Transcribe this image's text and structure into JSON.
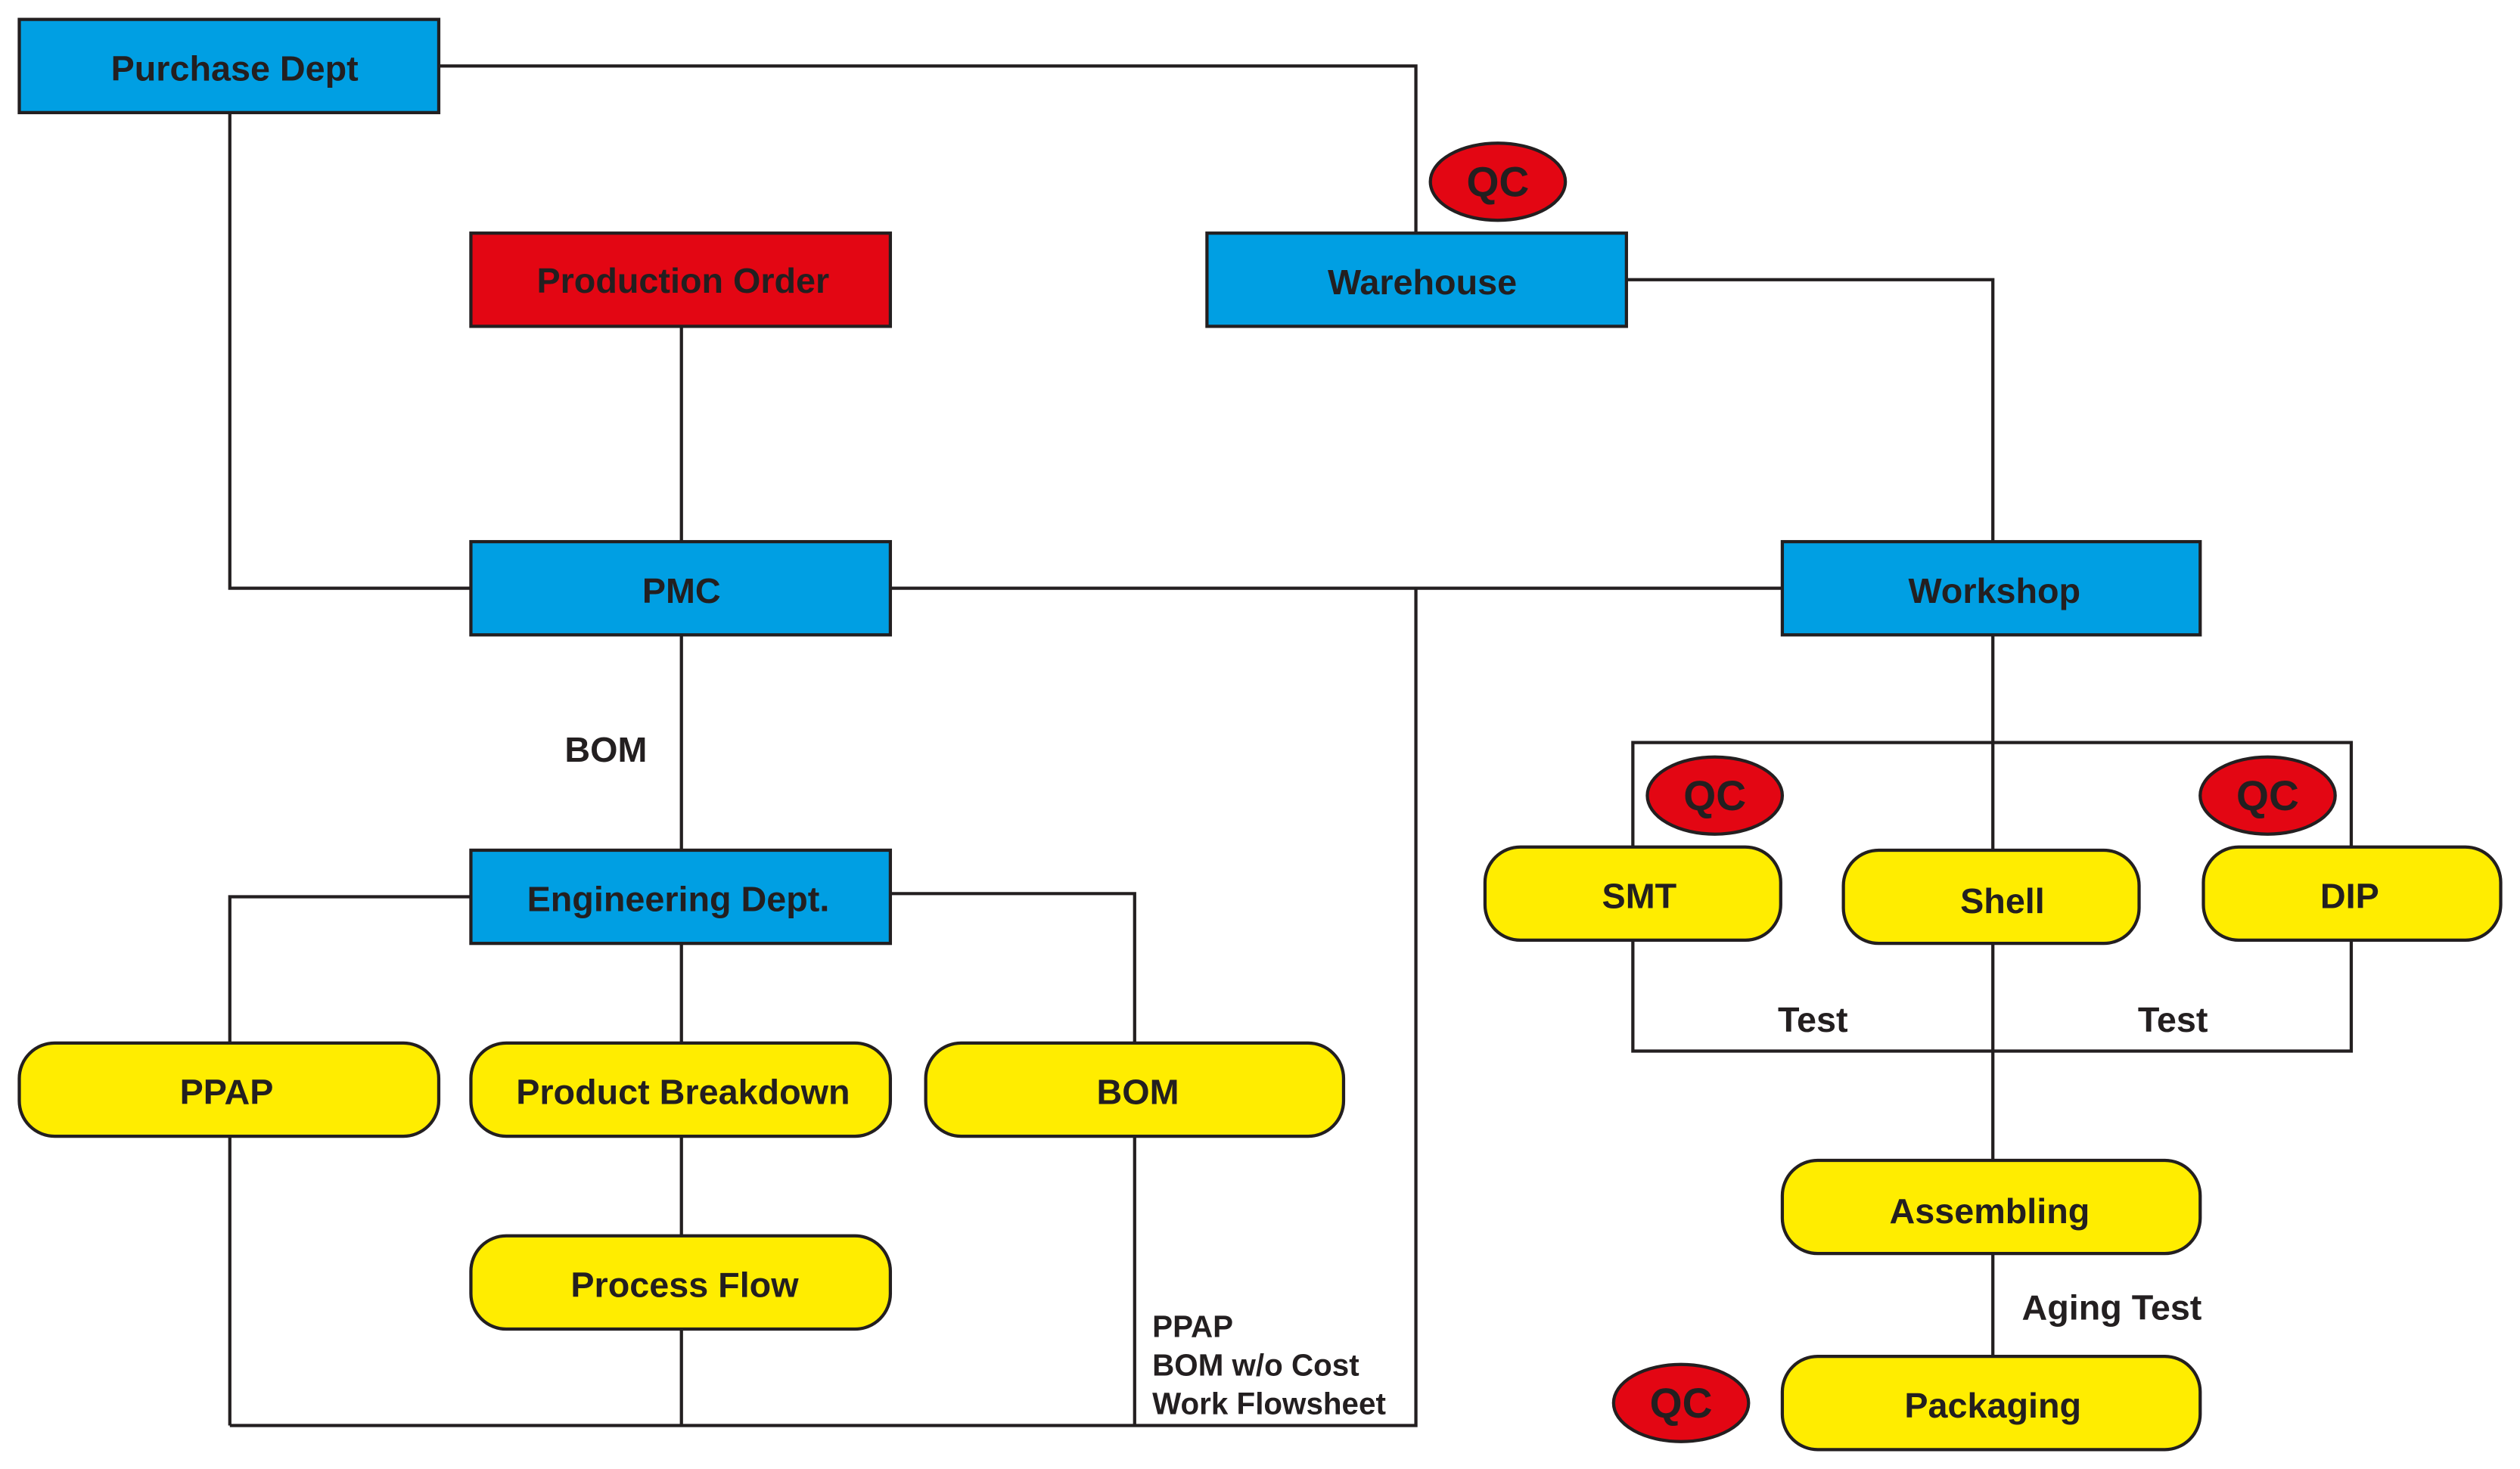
{
  "colors": {
    "blue": "#009fe3",
    "red": "#e30613",
    "yellow": "#ffed00",
    "line": "#231f20",
    "text": "#231f20"
  },
  "nodes": {
    "purchase_dept": "Purchase Dept",
    "production_order": "Production Order",
    "warehouse": "Warehouse",
    "pmc": "PMC",
    "workshop": "Workshop",
    "engineering_dept": "Engineering Dept.",
    "ppap": "PPAP",
    "product_breakdown": "Product Breakdown",
    "bom": "BOM",
    "process_flow": "Process Flow",
    "smt": "SMT",
    "shell": "Shell",
    "dip": "DIP",
    "assembling": "Assembling",
    "packaging": "Packaging"
  },
  "qc_badges": {
    "warehouse": "QC",
    "smt": "QC",
    "dip": "QC",
    "packaging": "QC"
  },
  "labels": {
    "bom_link": "BOM",
    "test_left": "Test",
    "test_right": "Test",
    "aging_test": "Aging Test",
    "docs": [
      "PPAP",
      "BOM w/o Cost",
      "Work Flowsheet"
    ]
  }
}
